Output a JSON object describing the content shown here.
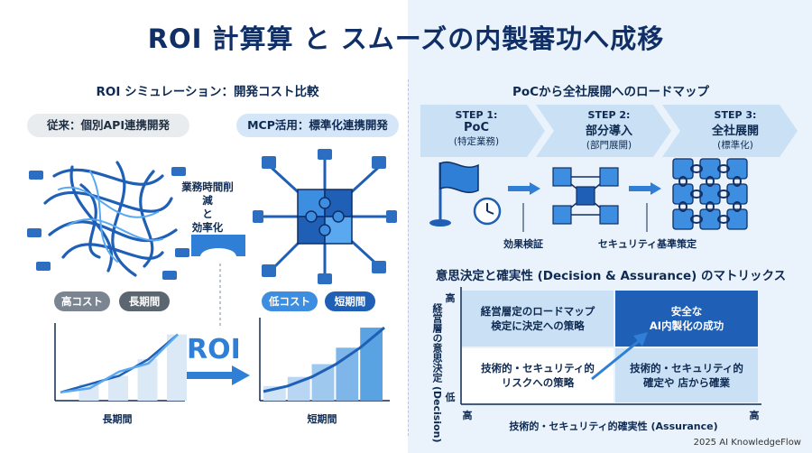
{
  "title": "ROI 計算算 と スムーズの内製審功へ成移",
  "left": {
    "section_title": "ROI シミュレーション：開発コスト比較",
    "traditional": {
      "label": "従来：個別API連携開発",
      "cost_tag": "高コスト",
      "period_tag": "長期間",
      "chart_xlabel": "長期間"
    },
    "mcp": {
      "label": "MCP活用：標準化連携開発",
      "cost_tag": "低コスト",
      "period_tag": "短期間",
      "chart_xlabel": "短期間"
    },
    "center_text_1": "業務時間削減",
    "center_text_2": "と",
    "center_text_3": "効率化",
    "roi_label": "ROI"
  },
  "right": {
    "section_title": "PoCから全社展開へのロードマップ",
    "steps": [
      {
        "num": "STEP 1:",
        "name": "PoC",
        "sub": "(特定業務)"
      },
      {
        "num": "STEP 2:",
        "name": "部分導入",
        "sub": "(部門展開)"
      },
      {
        "num": "STEP 3:",
        "name": "全社展開",
        "sub": "(標準化)"
      }
    ],
    "milestone_1": "効果検証",
    "milestone_2": "セキュリティ基準策定",
    "matrix": {
      "title": "意思決定と確実性 (Decision & Assurance) のマトリックス",
      "y_axis": "経営層の意思決定 (Decision)",
      "y_high": "高",
      "y_low": "低",
      "x_axis": "技術的・セキュリティ的確実性 (Assurance)",
      "x_low": "高",
      "x_high": "高",
      "cells": {
        "top_left": [
          "経営層定のロードマップ",
          "検定に決定への策略"
        ],
        "top_right": [
          "安全な",
          "AI内製化の成功"
        ],
        "bottom_left": [
          "技術的・セキュリティ的",
          "リスクへの策略"
        ],
        "bottom_right": [
          "技術的・セキュリティ的",
          "確定や 店から確業"
        ]
      }
    }
  },
  "footer": "2025 AI KnowledgeFlow",
  "colors": {
    "navy": "#0f2f66",
    "blue": "#2f7fd6",
    "light_blue": "#d4e6f8",
    "dark_cell": "#1f5fb5"
  },
  "chart_data": [
    {
      "type": "line",
      "xlabel": "長期間",
      "series": [
        {
          "values": [
            1,
            2,
            3,
            5,
            8
          ]
        },
        {
          "values": [
            1,
            1.5,
            3.5,
            4.5,
            8
          ]
        }
      ]
    },
    {
      "type": "area",
      "xlabel": "短期間",
      "series": [
        {
          "values": [
            1,
            1.6,
            2.6,
            4,
            5.8,
            8
          ]
        }
      ]
    }
  ]
}
